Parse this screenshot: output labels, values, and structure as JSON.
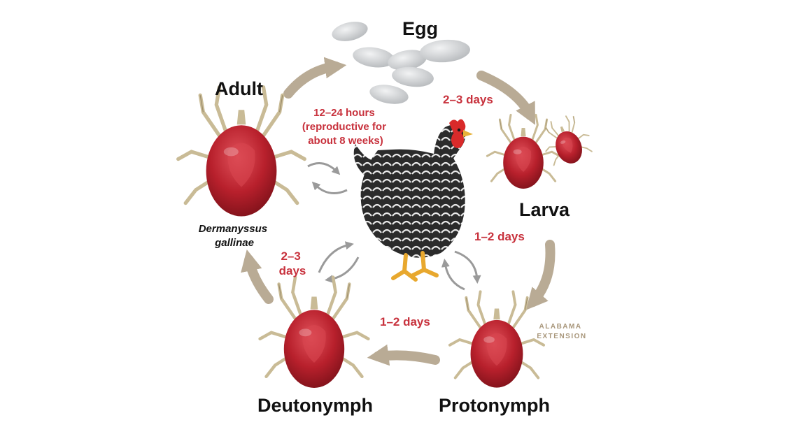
{
  "stages": {
    "egg": "Egg",
    "larva": "Larva",
    "protonymph": "Protonymph",
    "deutonymph": "Deutonymph",
    "adult": "Adult"
  },
  "durations": {
    "adult_to_egg": [
      "12–24 hours",
      "(reproductive for",
      "about 8 weeks)"
    ],
    "egg_to_larva": "2–3 days",
    "larva_to_protonymph": "1–2 days",
    "protonymph_to_deutonymph": "1–2 days",
    "deutonymph_to_adult": [
      "2–3",
      "days"
    ]
  },
  "species": [
    "Dermanyssus",
    "gallinae"
  ],
  "brand": [
    "ALABAMA",
    "EXTENSION"
  ],
  "colors": {
    "mite_red": "#b8202c",
    "label_red": "#c8323d",
    "arrow_taupe": "#b9ab95",
    "egg_grey": "#c9ccce"
  },
  "icons": [
    "chicken-icon",
    "mite-icon",
    "egg-icon",
    "cycle-arrow-icon"
  ]
}
